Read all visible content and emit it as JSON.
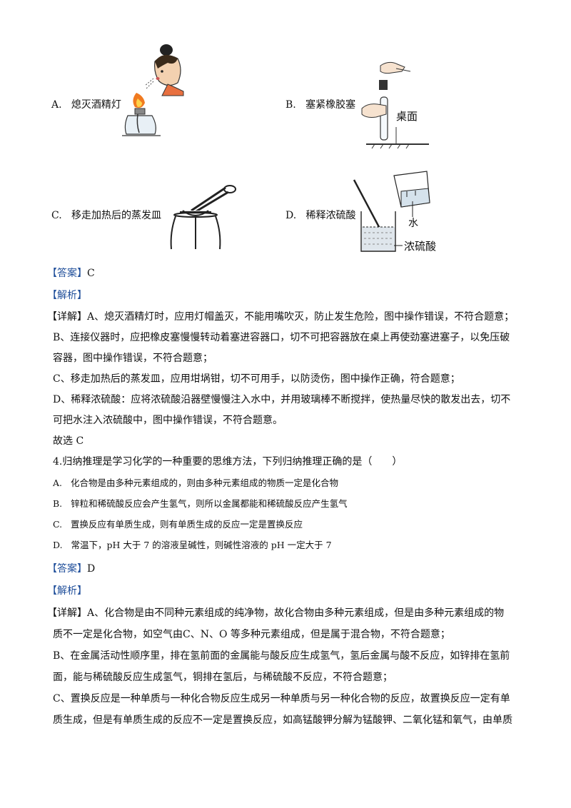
{
  "options_q3": [
    {
      "letter": "A.",
      "text": "熄灭酒精灯"
    },
    {
      "letter": "B.",
      "text": "塞紧橡胶塞"
    },
    {
      "letter": "C.",
      "text": "移走加热后的蒸发皿"
    },
    {
      "letter": "D.",
      "text": "稀释浓硫酸"
    }
  ],
  "figure_labels": {
    "table_top": "桌面",
    "water": "水",
    "conc_acid": "浓硫酸"
  },
  "answer_q3": {
    "label": "【答案】",
    "value": "C"
  },
  "analysis_label": "【解析】",
  "detail_q3": {
    "line1": "【详解】A、熄灭酒精灯时，应用灯帽盖灭，不能用嘴吹灭，防止发生危险，图中操作错误，不符合题意；",
    "line2": "B、连接仪器时，应把橡皮塞慢慢转动着塞进容器口，切不可把容器放在桌上再使劲塞进塞子，以免压破",
    "line3": "容器，图中操作错误，不符合题意；",
    "line4": "C、移走加热后的蒸发皿，应用坩埚钳，切不可用手，以防烫伤，图中操作正确，符合题意；",
    "line5": "D、稀释浓硫酸：应将浓硫酸沿器壁慢慢注入水中，并用玻璃棒不断搅拌，使热量尽快的散发出去，切不",
    "line6": "可把水注入浓硫酸中，图中操作错误，不符合题意。",
    "line7": "故选 C"
  },
  "q4": {
    "stem": "4.归纳推理是学习化学的一种重要的思维方法，下列归纳推理正确的是（　　）",
    "options": [
      {
        "letter": "A.",
        "text": "化合物是由多种元素组成的，则由多种元素组成的物质一定是化合物"
      },
      {
        "letter": "B.",
        "text": "锌粒和稀硫酸反应会产生氢气，则所以金属都能和稀硫酸反应产生氢气"
      },
      {
        "letter": "C.",
        "text": "置换反应有单质生成，则有单质生成的反应一定是置换反应"
      },
      {
        "letter": "D.",
        "text": "常温下，pH 大于 7 的溶液呈碱性，则碱性溶液的 pH 一定大于 7"
      }
    ]
  },
  "answer_q4": {
    "label": "【答案】",
    "value": "D"
  },
  "detail_q4": {
    "line1": "【详解】A、化合物是由不同种元素组成的纯净物，故化合物由多种元素组成，但是由多种元素组成的物",
    "line2": "质不一定是化合物，如空气由C、N、O 等多种元素组成，但是属于混合物，不符合题意；",
    "line3": "B、在金属活动性顺序里，排在氢前面的金属能与酸反应生成氢气，氢后金属与酸不反应，如锌排在氢前",
    "line4": "面，能与稀硫酸反应生成氢气，铜排在氢后，与稀硫酸不反应，不符合题意；",
    "line5": "C、置换反应是一种单质与一种化合物反应生成另一种单质与另一种化合物的反应，故置换反应一定有单",
    "line6": "质生成，但是有单质生成的反应不一定是置换反应，如高锰酸钾分解为锰酸钾、二氧化锰和氧气，由单质"
  }
}
